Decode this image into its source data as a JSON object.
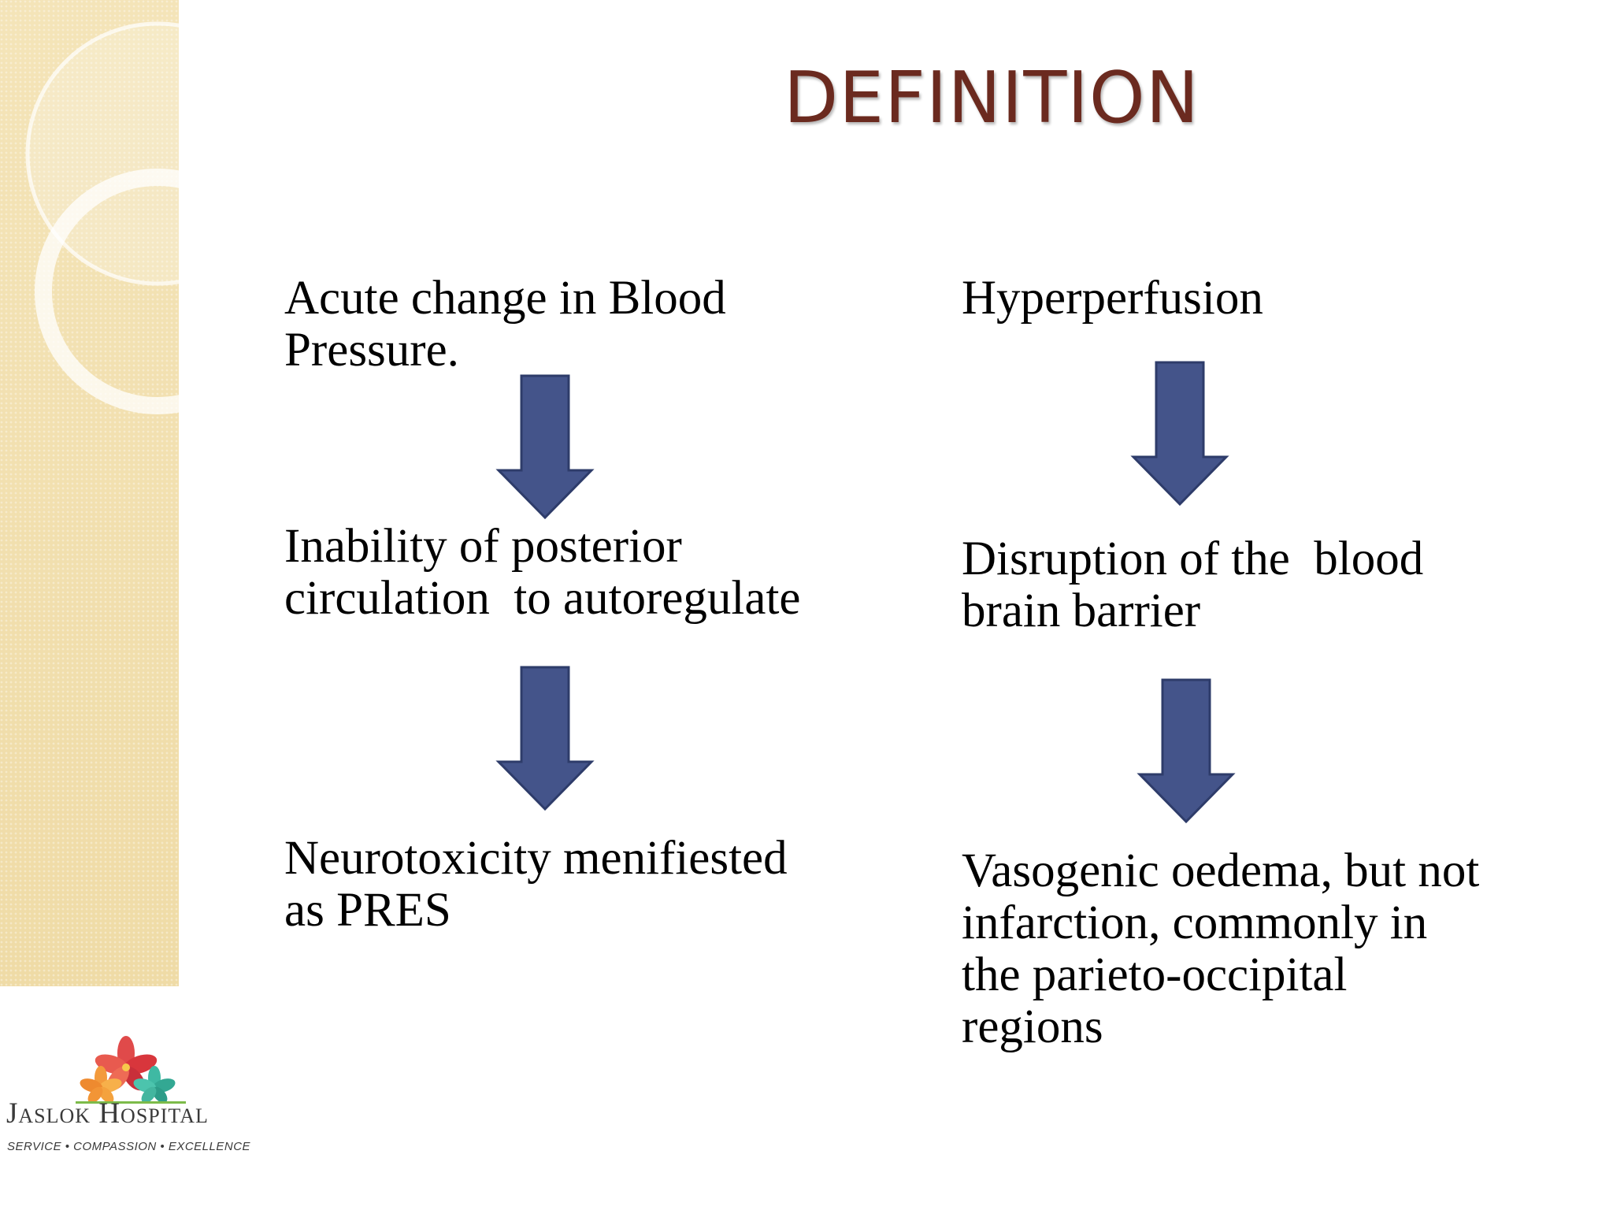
{
  "slide": {
    "title": "DEFINITION",
    "left_column": [
      "Acute change in Blood\nPressure.",
      "Inability of posterior\ncirculation  to autoregulate",
      "Neurotoxicity menifiested\nas PRES"
    ],
    "right_column": [
      "Hyperperfusion",
      "Disruption of the  blood\nbrain barrier",
      "Vasogenic oedema, but not\ninfarction, commonly in\nthe parieto-occipital\nregions"
    ]
  },
  "logo": {
    "name": "Jaslok Hospital",
    "tagline": "SERVICE • COMPASSION • EXCELLENCE",
    "icon": "flower-logo-icon"
  },
  "colors": {
    "title": "#6b2a1f",
    "arrow_fill": "#44548a",
    "arrow_stroke": "#2e3c6a",
    "side_band": "#f1dfae"
  }
}
